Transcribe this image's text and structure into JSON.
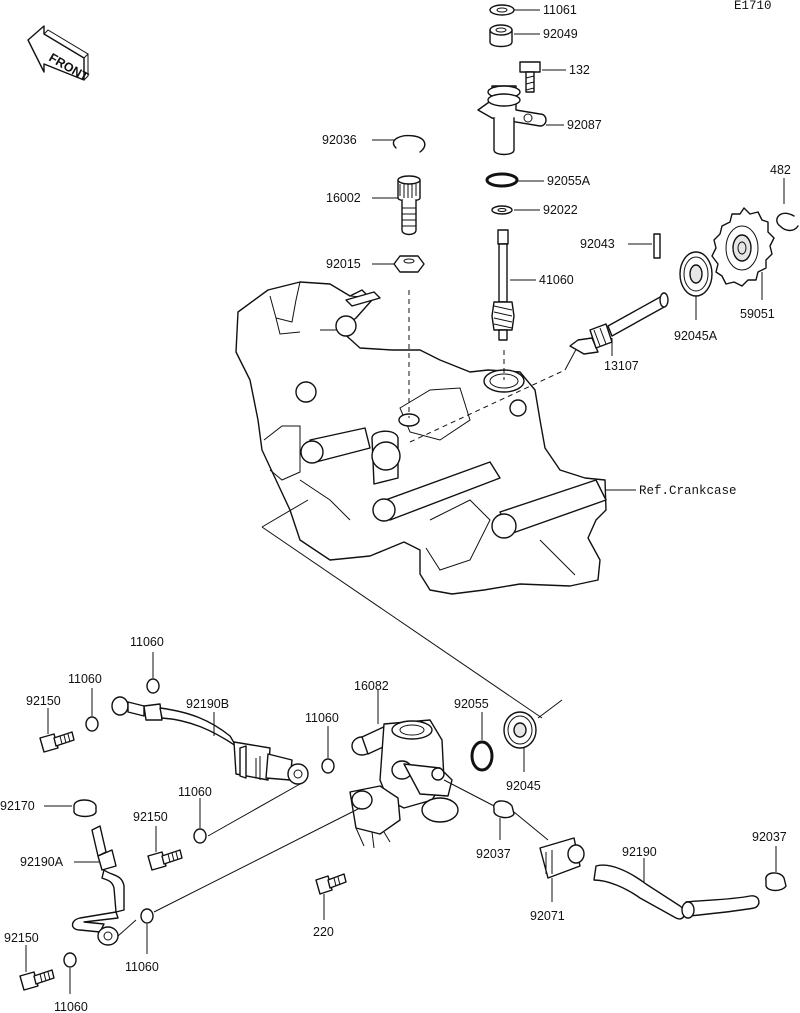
{
  "code": "E1710",
  "front": "FRONT",
  "ref_crankcase": "Ref.Crankcase",
  "parts": {
    "p11061": "11061",
    "p92049": "92049",
    "p132": "132",
    "p92087": "92087",
    "p92036": "92036",
    "p16002": "16002",
    "p92015": "92015",
    "p92055A": "92055A",
    "p92022": "92022",
    "p41060": "41060",
    "p92043": "92043",
    "p482": "482",
    "p59051": "59051",
    "p92045A": "92045A",
    "p13107": "13107",
    "c11060_a": "11060",
    "c11060_b": "11060",
    "c11060_c": "11060",
    "c11060_d": "11060",
    "c11060_e": "11060",
    "c11060_f": "11060",
    "c92150_a": "92150",
    "c92150_b": "92150",
    "c92150_c": "92150",
    "c92190B": "92190B",
    "c16082": "16082",
    "c92055": "92055",
    "c92045": "92045",
    "c92170": "92170",
    "c92190A": "92190A",
    "c92037_a": "92037",
    "c92037_b": "92037",
    "c92190": "92190",
    "c92071": "92071",
    "c220": "220"
  }
}
